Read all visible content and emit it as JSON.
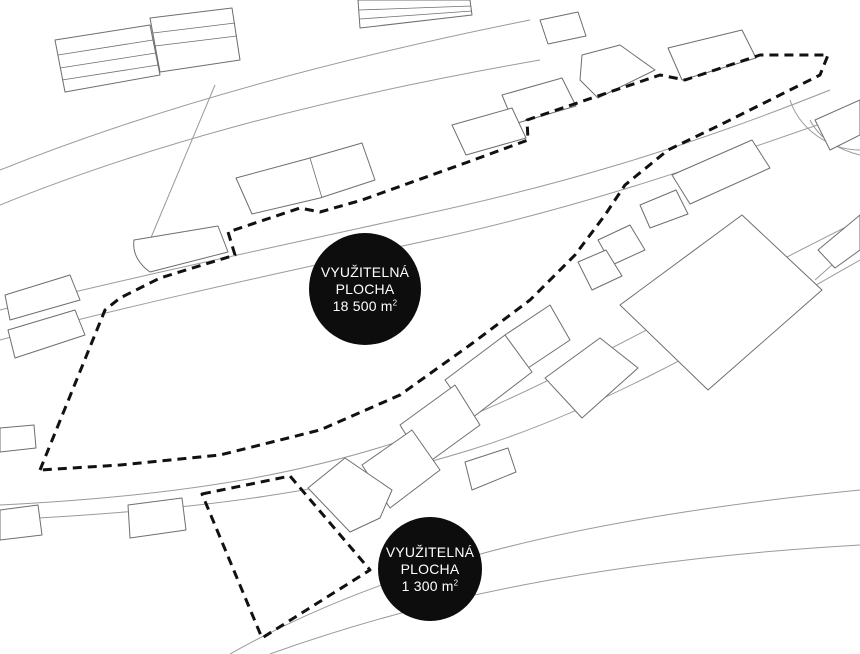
{
  "areas": [
    {
      "line1": "VYUŽITELNÁ",
      "line2": "PLOCHA",
      "value": "18 500 m",
      "unit_sup": "2"
    },
    {
      "line1": "VYUŽITELNÁ",
      "line2": "PLOCHA",
      "value": "1 300 m",
      "unit_sup": "2"
    }
  ],
  "colors": {
    "background": "#ffffff",
    "boundary": "#111111",
    "badge": "#0d0d0d",
    "linework": "#6e6e6e"
  }
}
